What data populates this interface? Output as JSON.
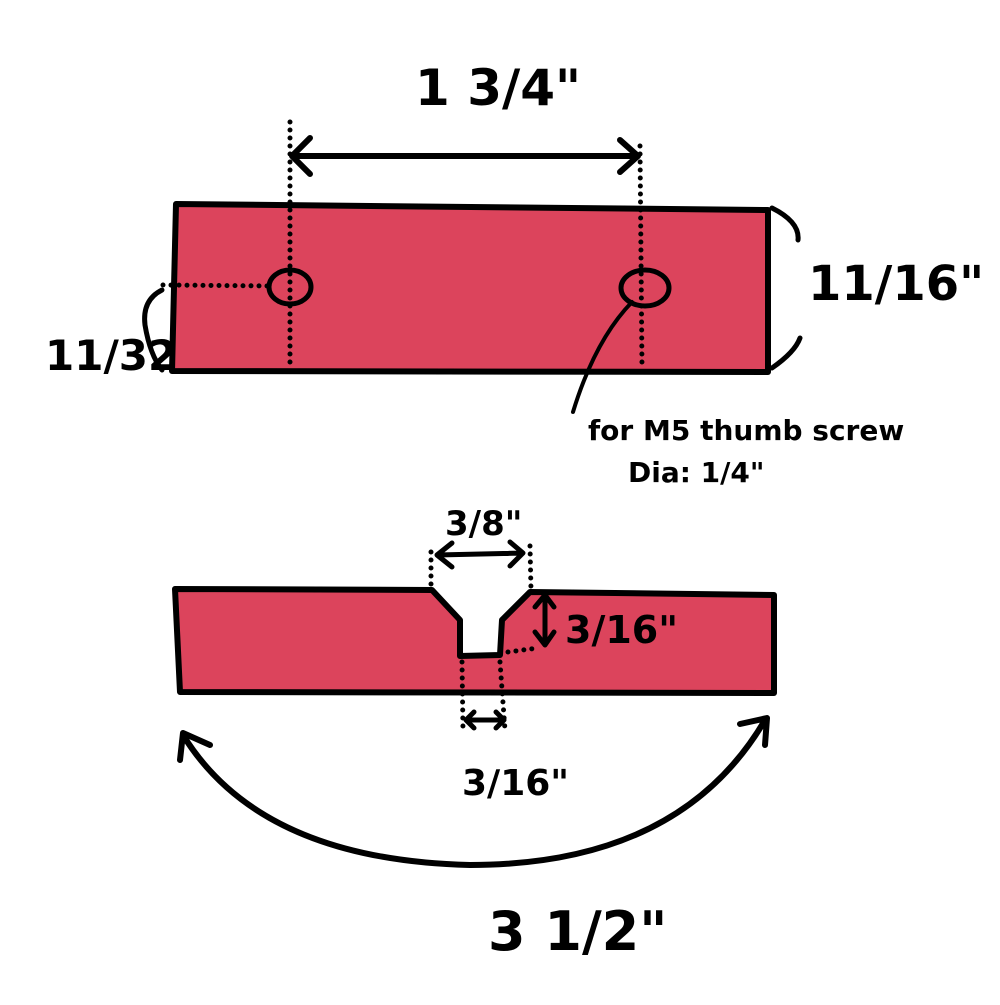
{
  "colors": {
    "part_fill": "#dc445c",
    "ink": "#000000"
  },
  "top_view": {
    "hole_spacing": "1 3/4\"",
    "height": "11/16\"",
    "hole_offset": "11/32",
    "note_line1": "for M5 thumb screw",
    "note_line2": "Dia: 1/4\""
  },
  "side_view": {
    "slot_top_width": "3/8\"",
    "slot_depth": "3/16\"",
    "slot_bottom_width": "3/16\"",
    "length": "3 1/2\""
  }
}
